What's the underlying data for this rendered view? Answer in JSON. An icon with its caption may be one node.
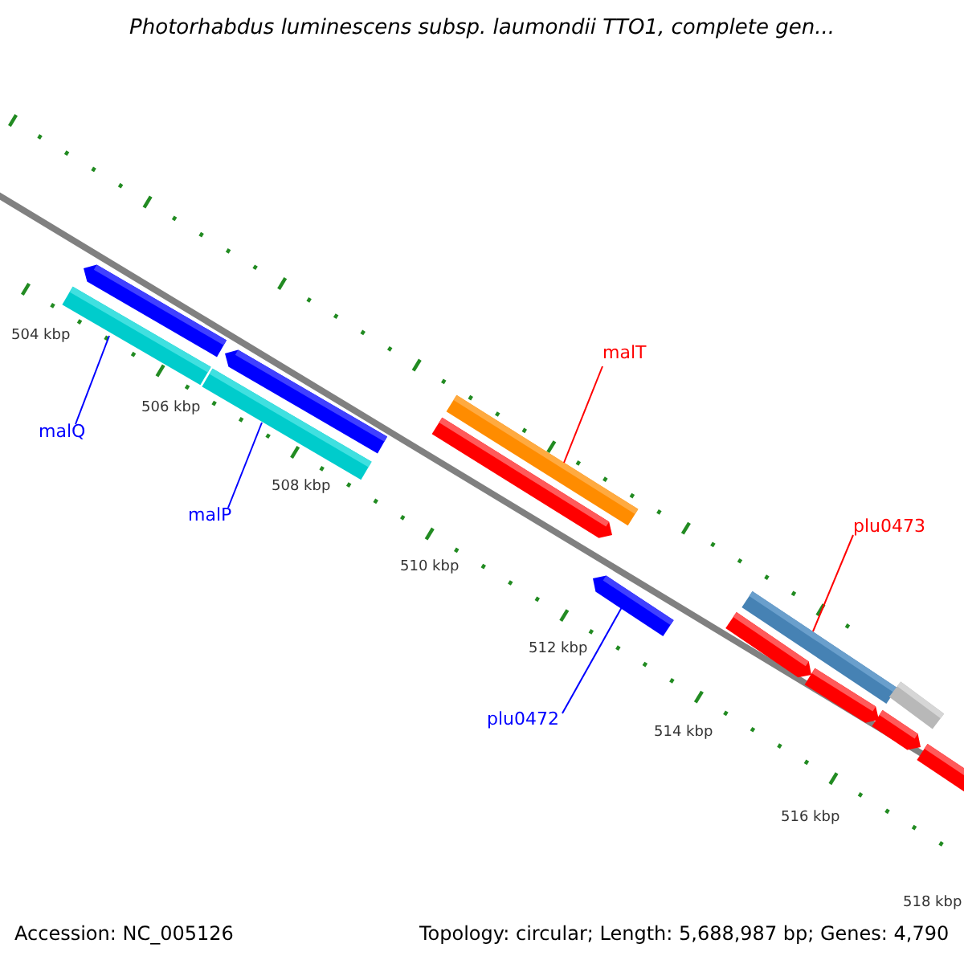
{
  "diagram": {
    "title": "Photorhabdus luminescens subsp. laumondii TTO1, complete gen...",
    "nodes": [
      {
        "text": [
          "malQ"
        ]
      },
      {
        "text": [],
        "shape": "bar"
      },
      {
        "text": [
          "malP"
        ]
      },
      {
        "text": [],
        "shape": "bar"
      },
      {
        "text": [
          "malT"
        ]
      },
      {
        "text": [],
        "shape": "bar"
      },
      {
        "text": [
          "plu0473"
        ]
      },
      {
        "text": [],
        "shape": "bar"
      },
      {
        "text": [
          "plu0472"
        ]
      },
      {
        "text": [],
        "shape": "bar"
      },
      {
        "text": [],
        "shape": "bar"
      },
      {
        "text": [],
        "shape": "bar"
      },
      {
        "text": [],
        "shape": "bar"
      },
      {
        "text": [],
        "shape": "bar"
      },
      {
        "text": [],
        "shape": "bar"
      },
      {
        "text": [],
        "shape": "bar"
      },
      {
        "text": [],
        "shape": "bar"
      },
      {
        "text": [],
        "shape": "bar"
      }
    ],
    "edges": [
      {
        "from": 0,
        "to": 1,
        "arrow": "none"
      },
      {
        "from": 2,
        "to": 3,
        "arrow": "none"
      },
      {
        "from": 4,
        "to": 5,
        "arrow": "none",
        "color": "#ff0000"
      },
      {
        "from": 6,
        "to": 7,
        "arrow": "none",
        "color": "#ff0000"
      },
      {
        "from": 8,
        "to": 9,
        "arrow": "none"
      }
    ],
    "labels": [
      "504 kbp",
      "506 kbp",
      "508 kbp",
      "510 kbp",
      "512 kbp",
      "514 kbp",
      "516 kbp",
      "518 kbp",
      "Accession: NC_005126",
      "Topology: circular; Length: 5,688,987 bp; Genes: 4,790"
    ]
  }
}
